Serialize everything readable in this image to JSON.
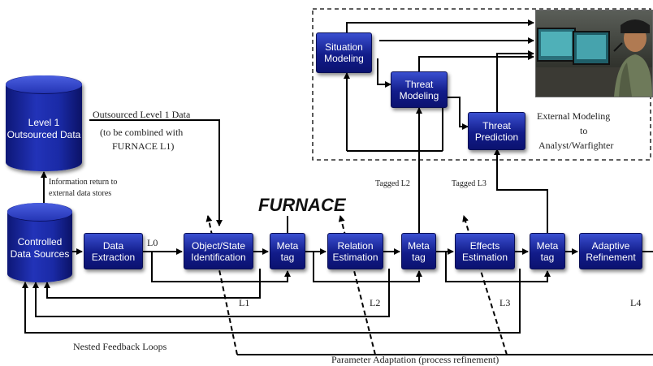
{
  "title": "FURNACE",
  "blocks": {
    "situation_modeling": "Situation Modeling",
    "threat_modeling": "Threat Modeling",
    "threat_prediction": "Threat Prediction",
    "level1_outsourced": "Level 1 Outsourced Data",
    "controlled_sources": "Controlled Data Sources",
    "data_extraction": "Data Extraction",
    "object_state": "Object/State Identification",
    "meta_tag_1": "Meta tag",
    "relation_estimation": "Relation Estimation",
    "meta_tag_2": "Meta tag",
    "effects_estimation": "Effects Estimation",
    "meta_tag_3": "Meta tag",
    "adaptive_refinement": "Adaptive Refinement"
  },
  "labels": {
    "outsourced_l1_line1": "Outsourced Level 1 Data",
    "outsourced_l1_line2": "(to be combined with",
    "outsourced_l1_line3": "FURNACE L1)",
    "info_return_line1": "Information return to",
    "info_return_line2": "external data stores",
    "external_modeling_line1": "External Modeling",
    "external_modeling_line2": "to",
    "external_modeling_line3": "Analyst/Warfighter",
    "tagged_l2": "Tagged L2",
    "tagged_l3": "Tagged L3",
    "l0": "L0",
    "l1": "L1",
    "l2": "L2",
    "l3": "L3",
    "l4": "L4",
    "nested_feedback": "Nested Feedback Loops",
    "parameter_adaptation": "Parameter Adaptation (process refinement)"
  },
  "photo": {
    "description_icon": "analyst-photo-icon"
  },
  "colors": {
    "box_fill": "#16208f",
    "line": "#000000"
  }
}
